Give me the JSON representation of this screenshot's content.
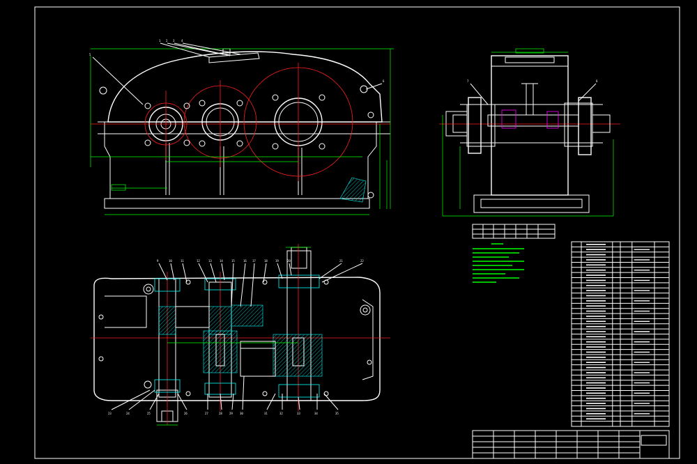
{
  "drawing": {
    "background": "#000000",
    "line_colors": {
      "outline": "#ffffff",
      "dimension": "#00ff00",
      "centerline": "#ff2020",
      "section": "#00ffff",
      "leader": "#ffff00"
    }
  },
  "views": {
    "front": {
      "balloons": [
        "1",
        "2",
        "3",
        "4",
        "5",
        "6"
      ]
    },
    "side": {
      "balloons": [
        "7",
        "8"
      ]
    },
    "plan": {
      "balloons_top": [
        "9",
        "10",
        "11",
        "12",
        "13",
        "14",
        "15",
        "16",
        "17",
        "18",
        "19",
        "20",
        "21",
        "22"
      ],
      "balloons_bottom": [
        "23",
        "24",
        "25",
        "26",
        "27",
        "28",
        "29",
        "30",
        "31",
        "32",
        "33",
        "34",
        "35"
      ]
    }
  },
  "parts_list": {
    "rows": 36,
    "columns": 6
  },
  "title_block": {
    "rows": 5,
    "columns": 8
  }
}
